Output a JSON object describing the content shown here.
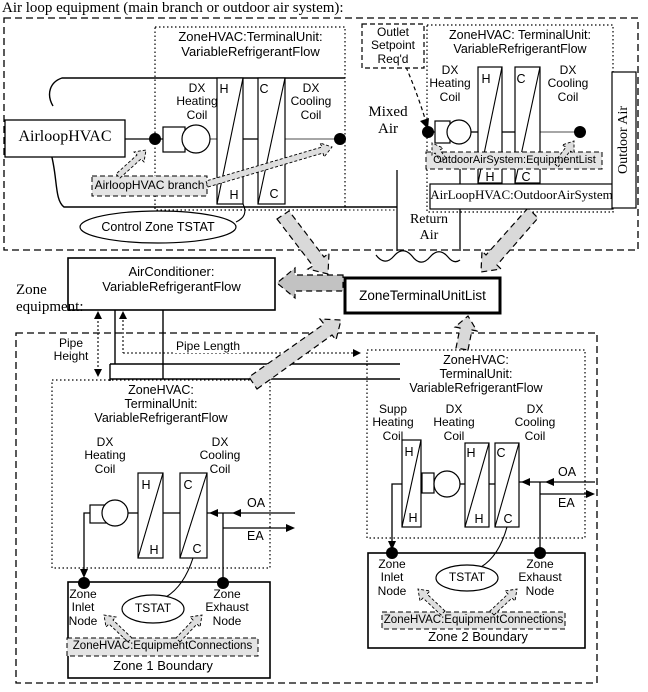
{
  "air_loop": {
    "section_title": "Air loop equipment (main branch or outdoor air system):",
    "airloop_hvac": "AirloopHVAC",
    "branch_label": "AirloopHVAC branch",
    "control_tstat": "Control Zone TSTAT",
    "mixed_air": "Mixed\nAir",
    "outlet_setpoint": "Outlet\nSetpoint\nReq'd",
    "return_air": "Return\nAir",
    "outdoor_air": "Outdoor Air",
    "tu1": {
      "title": "ZoneHVAC:TerminalUnit:\nVariableRefrigerantFlow",
      "heating_coil": "DX\nHeating\nCoil",
      "cooling_coil": "DX\nCooling\nCoil"
    },
    "tu2": {
      "title": "ZoneHVAC: TerminalUnit:\nVariableRefrigerantFlow",
      "heating_coil": "DX\nHeating\nCoil",
      "cooling_coil": "DX\nCooling\nCoil",
      "equipment_list": "OutdoorAirSystem:EquipmentList",
      "oa_system": "AirLoopHVAC:OutdoorAirSystem"
    }
  },
  "letters": {
    "h": "H",
    "c": "C"
  },
  "middle": {
    "air_conditioner": "AirConditioner:\nVariableRefrigerantFlow",
    "zone_terminal_unit_list": "ZoneTerminalUnitList",
    "zone_equipment": "Zone\nequipment:",
    "pipe_height": "Pipe\nHeight",
    "pipe_length": "Pipe Length"
  },
  "zone1": {
    "title": "ZoneHVAC:\nTerminalUnit:\nVariableRefrigerantFlow",
    "heating_coil": "DX\nHeating\nCoil",
    "cooling_coil": "DX\nCooling\nCoil",
    "oa": "OA",
    "ea": "EA",
    "inlet_node": "Zone\nInlet\nNode",
    "tstat": "TSTAT",
    "exhaust_node": "Zone\nExhaust\nNode",
    "equipment_connections": "ZoneHVAC:EquipmentConnections",
    "boundary": "Zone 1 Boundary"
  },
  "zone2": {
    "title": "ZoneHVAC:\nTerminalUnit:\nVariableRefrigerantFlow",
    "supp_heating_coil": "Supp\nHeating\nCoil",
    "heating_coil": "DX\nHeating\nCoil",
    "cooling_coil": "DX\nCooling\nCoil",
    "oa": "OA",
    "ea": "EA",
    "inlet_node": "Zone\nInlet\nNode",
    "tstat": "TSTAT",
    "exhaust_node": "Zone\nExhaust\nNode",
    "equipment_connections": "ZoneHVAC:EquipmentConnections",
    "boundary": "Zone 2 Boundary"
  },
  "colors": {
    "arrow_fill": "#d9d9d9",
    "arrow_fill_dark": "#c2c2c2",
    "label_bg": "#e4e4e4"
  }
}
